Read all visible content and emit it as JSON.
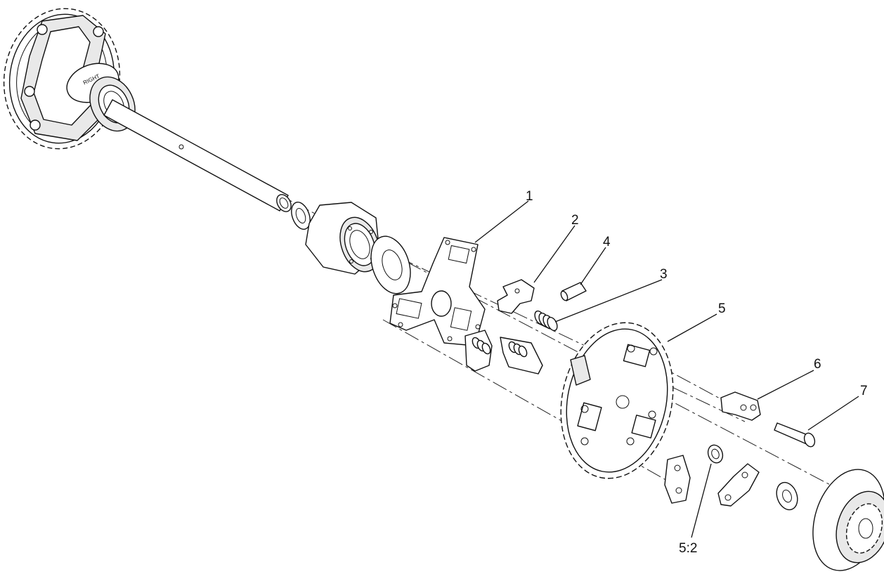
{
  "callouts": {
    "c1": "1",
    "c2": "2",
    "c3": "3",
    "c4": "4",
    "c5": "5",
    "c6": "6",
    "c7": "7",
    "c5_2": "5:2"
  },
  "engravings": {
    "hub_marking": "RIGHT"
  },
  "colors": {
    "line": "#111111",
    "background": "#ffffff"
  }
}
